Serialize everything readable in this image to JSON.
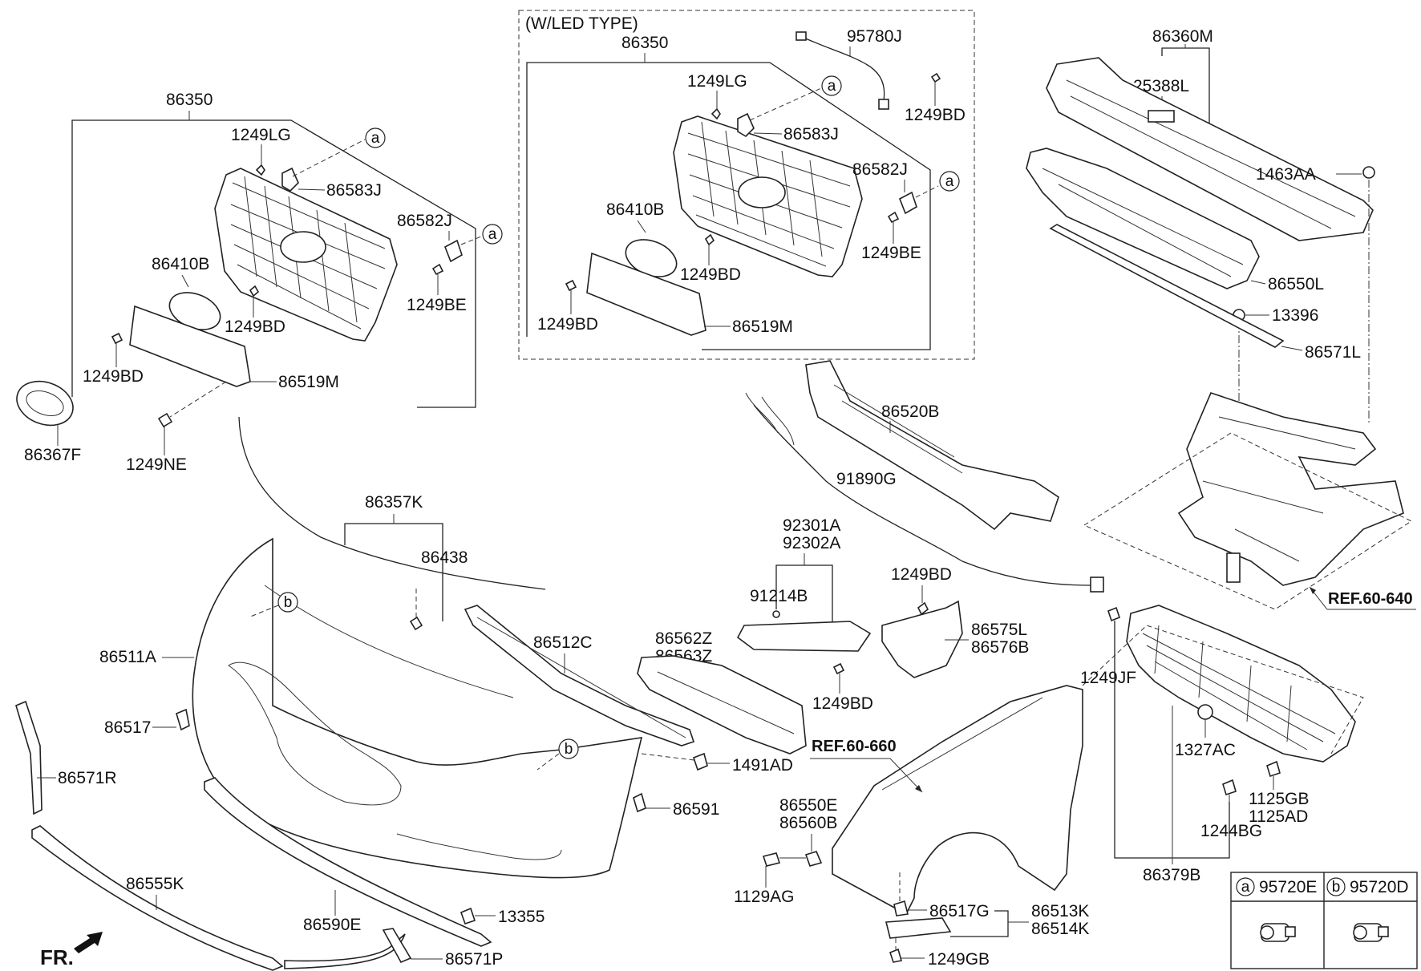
{
  "variant_label": "(W/LED TYPE)",
  "fr_label": "FR.",
  "refs": {
    "ref_640": "REF.60-640",
    "ref_660": "REF.60-660"
  },
  "circle_marks": {
    "a": "a",
    "b": "b"
  },
  "legend": {
    "a_mark": "a",
    "a_part": "95720E",
    "b_mark": "b",
    "b_part": "95720D"
  },
  "grille_std": {
    "assembly": "86350",
    "bolt_lg": "1249LG",
    "clip_j": "86583J",
    "clip_582j": "86582J",
    "emblem_cover": "86410B",
    "screw_bd1": "1249BD",
    "screw_be": "1249BE",
    "screw_bd2": "1249BD",
    "plate": "86519M",
    "emblem": "86367F",
    "screw_ne": "1249NE"
  },
  "grille_led": {
    "assembly": "86350",
    "bolt_lg": "1249LG",
    "clip_j": "86583J",
    "clip_582j": "86582J",
    "emblem_cover": "86410B",
    "screw_bd1": "1249BD",
    "screw_be": "1249BE",
    "screw_bd2": "1249BD",
    "plate": "86519M",
    "harness": "95780J",
    "screw_bd3": "1249BD"
  },
  "upper_right": {
    "carrier": "86360M",
    "label": "25388L",
    "screw": "1463AA",
    "absorber": "86550L",
    "nut": "13396",
    "strip": "86571L"
  },
  "center": {
    "beam": "86520B",
    "harness": "91890G",
    "drl_l": "92301A",
    "drl_r": "92302A",
    "drl_bulb": "91214B",
    "bracket_bd": "1249BD",
    "bracket_l": "86575L",
    "bracket_r": "86576B",
    "fog_l": "86562Z",
    "fog_r": "86563Z",
    "fog_bd": "1249BD"
  },
  "bumper": {
    "molding": "86357K",
    "clip": "86438",
    "cover": "86511A",
    "grille_lower": "86512C",
    "bracket": "86517",
    "side_strip": "86571R",
    "retainer": "1491AD",
    "screw": "86591",
    "lip": "86555K",
    "skid": "86590E",
    "nut": "13355",
    "side_strip_p": "86571P"
  },
  "fender": {
    "seal_e": "86550E",
    "seal_b": "86560B",
    "bolt": "1129AG",
    "bracket_g": "86517G",
    "bracket_k1": "86513K",
    "bracket_k2": "86514K",
    "screw": "1249GB"
  },
  "shutter": {
    "screw_jf": "1249JF",
    "nut": "1327AC",
    "screw_gb": "1125GB",
    "screw_ad": "1125AD",
    "bolt": "1244BG",
    "assembly": "86379B"
  }
}
